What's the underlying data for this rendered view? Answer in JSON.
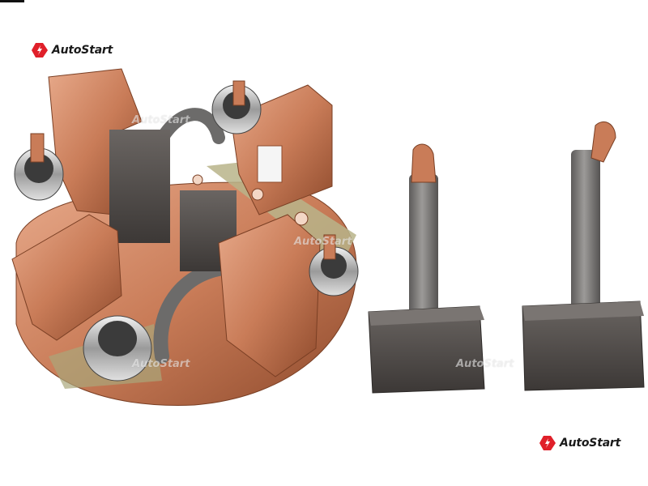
{
  "brand": {
    "name": "AutoStart",
    "color": "#e0202a"
  },
  "watermarks": [
    "AutoStart",
    "AutoStart",
    "AutoStart",
    "AutoStart"
  ],
  "colors": {
    "copper": "#c97c58",
    "copper_dark": "#8e4a2c",
    "carbon": "#4a4644",
    "insulator": "#b8b48a"
  }
}
